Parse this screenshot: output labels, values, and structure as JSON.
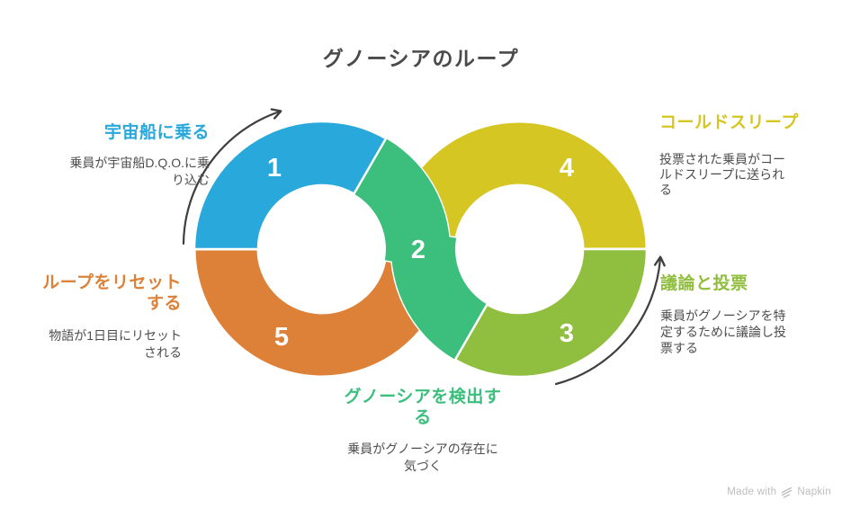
{
  "title": "グノーシアのループ",
  "steps": [
    {
      "number": "1",
      "label": "宇宙船に乗る",
      "label_lines": [
        "宇宙船に乗る"
      ],
      "description": "乗員が宇宙船D.Q.O.に乗り込む",
      "description_lines": [
        "乗員が宇宙船D.Q.O.に乗",
        "り込む"
      ],
      "color": "#29A8DB"
    },
    {
      "number": "2",
      "label": "グノーシアを検出する",
      "label_lines": [
        "グノーシアを検出す",
        "る"
      ],
      "description": "乗員がグノーシアの存在に気づく",
      "description_lines": [
        "乗員がグノーシアの存在に",
        "気づく"
      ],
      "color": "#3CBE7D"
    },
    {
      "number": "3",
      "label": "議論と投票",
      "label_lines": [
        "議論と投票"
      ],
      "description": "乗員がグノーシアを特定するために議論し投票する",
      "description_lines": [
        "乗員がグノーシアを特",
        "定するために議論し投",
        "票する"
      ],
      "color": "#90BE3F"
    },
    {
      "number": "4",
      "label": "コールドスリープ",
      "label_lines": [
        "コールドスリープ"
      ],
      "description": "投票された乗員がコールドスリープに送られる",
      "description_lines": [
        "投票された乗員がコー",
        "ルドスリープに送られ",
        "る"
      ],
      "color": "#D5C623"
    },
    {
      "number": "5",
      "label": "ループをリセットする",
      "label_lines": [
        "ループをリセット",
        "する"
      ],
      "description": "物語が1日目にリセットされる",
      "description_lines": [
        "物語が1日目にリセット",
        "される"
      ],
      "color": "#DD8138"
    }
  ],
  "colors": {
    "title_text": "#4A4A4A",
    "description_text": "#4D4D4D",
    "arrow": "#3F3F3F",
    "separator": "#FFFFFF",
    "background": "#FFFFFF",
    "footer_text": "#BDBDBD"
  },
  "footer": {
    "made_with": "Made with",
    "brand": "Napkin"
  }
}
